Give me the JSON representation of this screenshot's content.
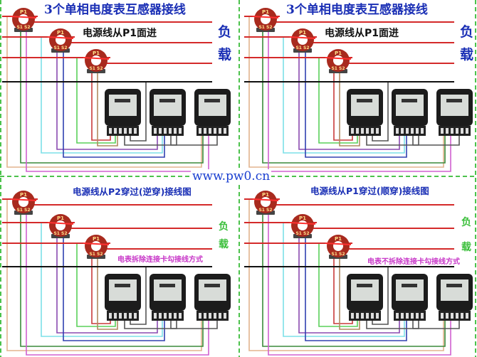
{
  "watermark": "www.pw0.cn",
  "panels": [
    {
      "title": "3个单相电度表互感器接线",
      "subtitle": "电源线从P1面进",
      "load": [
        "负",
        "载"
      ],
      "ct_labels": {
        "top": "P1",
        "bottom": "S1 S2"
      }
    },
    {
      "title": "3个单相电度表互感器接线",
      "subtitle": "电源线从P1面进",
      "load": [
        "负",
        "载"
      ],
      "ct_labels": {
        "top": "P1",
        "bottom": "S1 S2"
      }
    },
    {
      "title": "电源线从P2穿过(逆穿)接线图",
      "note": "电表拆除连接卡勾接线方式",
      "load": [
        "负",
        "载"
      ],
      "ct_labels": {
        "top": "P1",
        "bottom": "S1 S2"
      }
    },
    {
      "title": "电源线从P1穿过(顺穿)接线图",
      "note": "电表不拆除连接卡勾接线方式",
      "load": [
        "负",
        "载"
      ],
      "ct_labels": {
        "top": "P1",
        "bottom": "S1 S2"
      }
    }
  ],
  "colors": {
    "phase_line": "#d42a2a",
    "neutral_line": "#111111",
    "divider": "#4cc24c",
    "ct": "#a82a1e",
    "title_blue": "#1a2fb5",
    "note_pink": "#c838c8"
  }
}
